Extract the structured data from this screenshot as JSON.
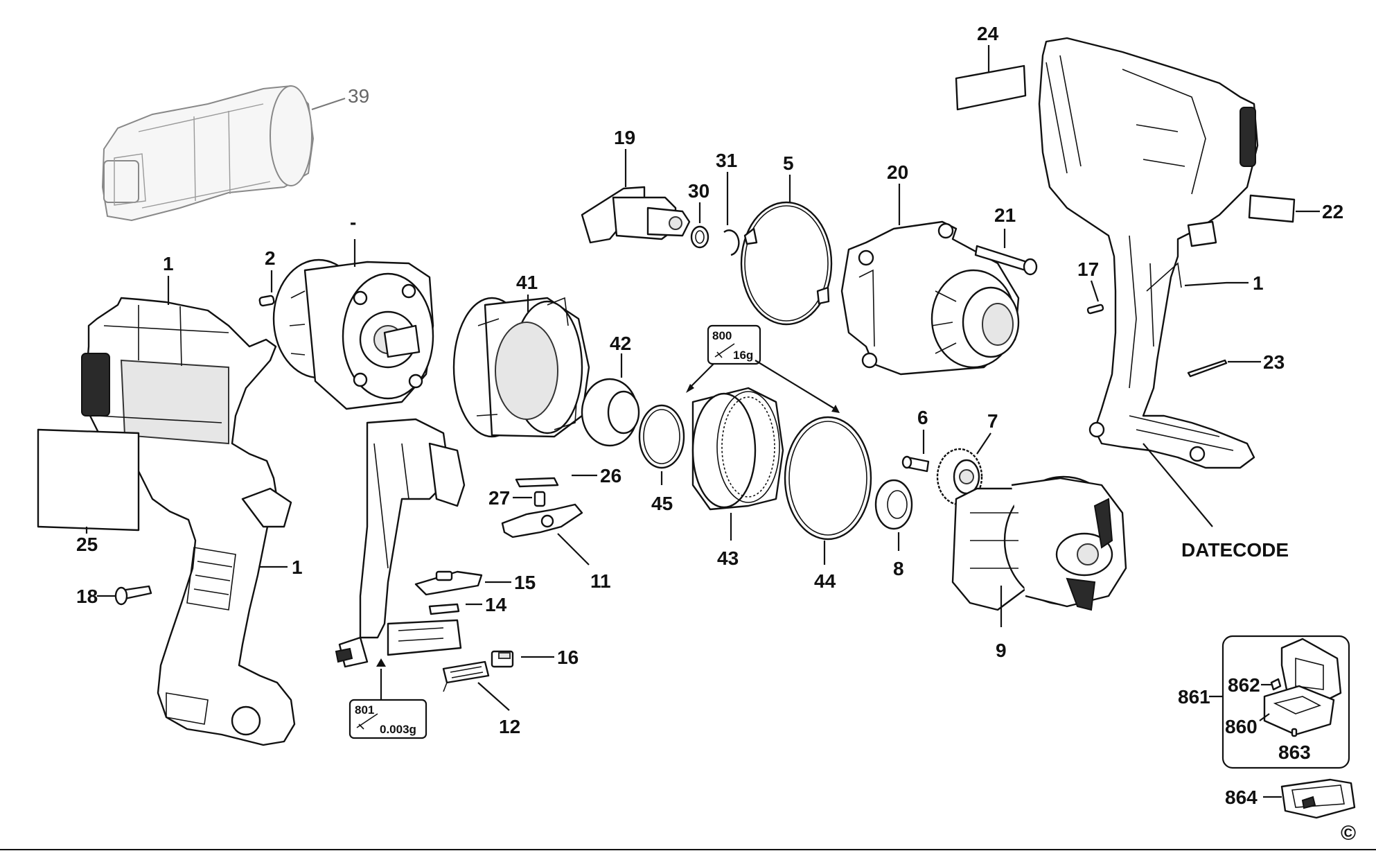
{
  "labels": {
    "l1a": "1",
    "l1b": "1",
    "l1c": "1",
    "l2": "2",
    "l5": "5",
    "l6": "6",
    "l7": "7",
    "l8": "8",
    "l9": "9",
    "l11": "11",
    "l12": "12",
    "l14": "14",
    "l15": "15",
    "l16": "16",
    "l17": "17",
    "l18": "18",
    "l19": "19",
    "l20": "20",
    "l21": "21",
    "l22": "22",
    "l23": "23",
    "l24": "24",
    "l25": "25",
    "l26": "26",
    "l27": "27",
    "l30": "30",
    "l31": "31",
    "l39": "39",
    "l41": "41",
    "l42": "42",
    "l43": "43",
    "l44": "44",
    "l45": "45",
    "l860": "860",
    "l861": "861",
    "l862": "862",
    "l863": "863",
    "l864": "864",
    "datecode": "DATECODE",
    "dash": "-"
  },
  "notes": {
    "n800": {
      "num": "800",
      "qty": "16g"
    },
    "n801": {
      "num": "801",
      "qty": "0.003g"
    }
  },
  "copyright": "©"
}
